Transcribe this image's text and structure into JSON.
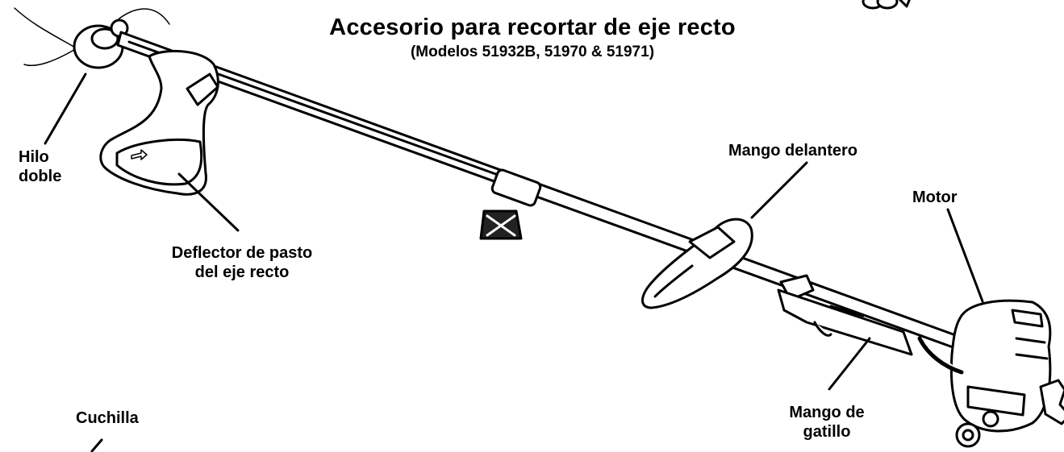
{
  "header": {
    "title": "Accesorio para recortar de eje recto",
    "subtitle": "(Modelos 51932B, 51970 & 51971)"
  },
  "labels": {
    "hilo_line1": "Hilo",
    "hilo_line2": "doble",
    "deflector_line1": "Deflector de pasto",
    "deflector_line2": "del eje recto",
    "mango_delantero": "Mango delantero",
    "motor": "Motor",
    "mango_gatillo_line1": "Mango de",
    "mango_gatillo_line2": "gatillo",
    "cuchilla": "Cuchilla"
  }
}
